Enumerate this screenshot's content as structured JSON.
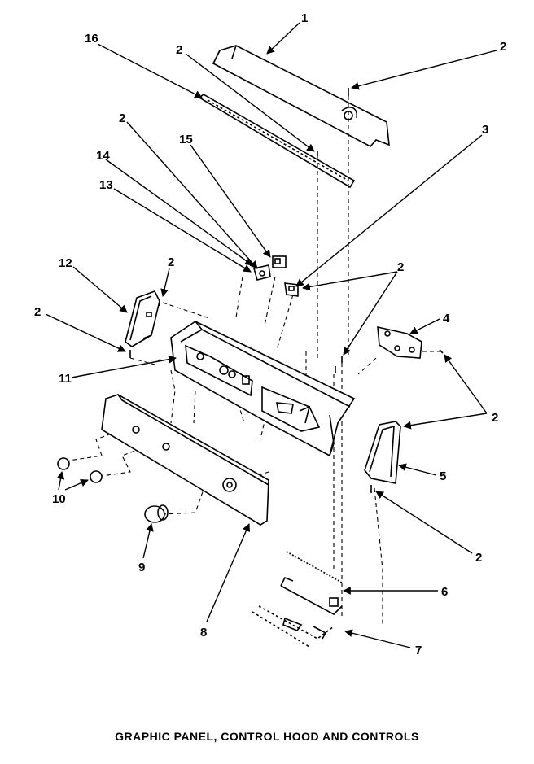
{
  "title": "GRAPHIC PANEL, CONTROL HOOD AND CONTROLS",
  "callouts": {
    "c1": "1",
    "c2a": "2",
    "c2b": "2",
    "c2c": "2",
    "c2d": "2",
    "c2e": "2",
    "c2f": "2",
    "c2g": "2",
    "c2h": "2",
    "c3": "3",
    "c4": "4",
    "c5": "5",
    "c6": "6",
    "c7": "7",
    "c8": "8",
    "c9": "9",
    "c10": "10",
    "c11": "11",
    "c12": "12",
    "c13": "13",
    "c14": "14",
    "c15": "15",
    "c16": "16"
  }
}
